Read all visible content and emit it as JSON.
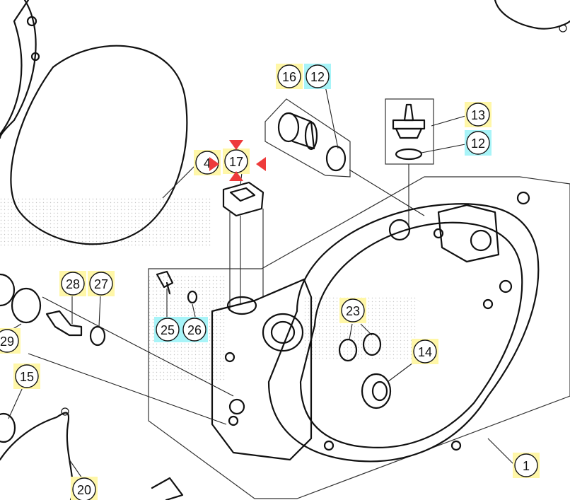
{
  "diagram": {
    "colors": {
      "line": "#111111",
      "background": "#ffffff",
      "callout_yellow": "#fff7a8",
      "callout_cyan": "#a8f4f8",
      "selection_marker": "#ee3b3b"
    },
    "callouts": [
      {
        "id": "1",
        "label": "1",
        "highlight": "yellow"
      },
      {
        "id": "4",
        "label": "4",
        "highlight": "yellow"
      },
      {
        "id": "12a",
        "label": "12",
        "highlight": "cyan"
      },
      {
        "id": "12b",
        "label": "12",
        "highlight": "cyan"
      },
      {
        "id": "13",
        "label": "13",
        "highlight": "yellow"
      },
      {
        "id": "14",
        "label": "14",
        "highlight": "yellow"
      },
      {
        "id": "15",
        "label": "15",
        "highlight": "yellow"
      },
      {
        "id": "16",
        "label": "16",
        "highlight": "yellow"
      },
      {
        "id": "17",
        "label": "17",
        "highlight": "yellow",
        "selected": true
      },
      {
        "id": "20",
        "label": "20",
        "highlight": "yellow"
      },
      {
        "id": "23",
        "label": "23",
        "highlight": "yellow"
      },
      {
        "id": "25",
        "label": "25",
        "highlight": "cyan"
      },
      {
        "id": "26",
        "label": "26",
        "highlight": "cyan"
      },
      {
        "id": "27",
        "label": "27",
        "highlight": "yellow"
      },
      {
        "id": "28",
        "label": "28",
        "highlight": "yellow"
      },
      {
        "id": "29",
        "label": "29",
        "highlight": "yellow"
      }
    ],
    "selected_part_icon": "crosshair-arrows-icon"
  }
}
